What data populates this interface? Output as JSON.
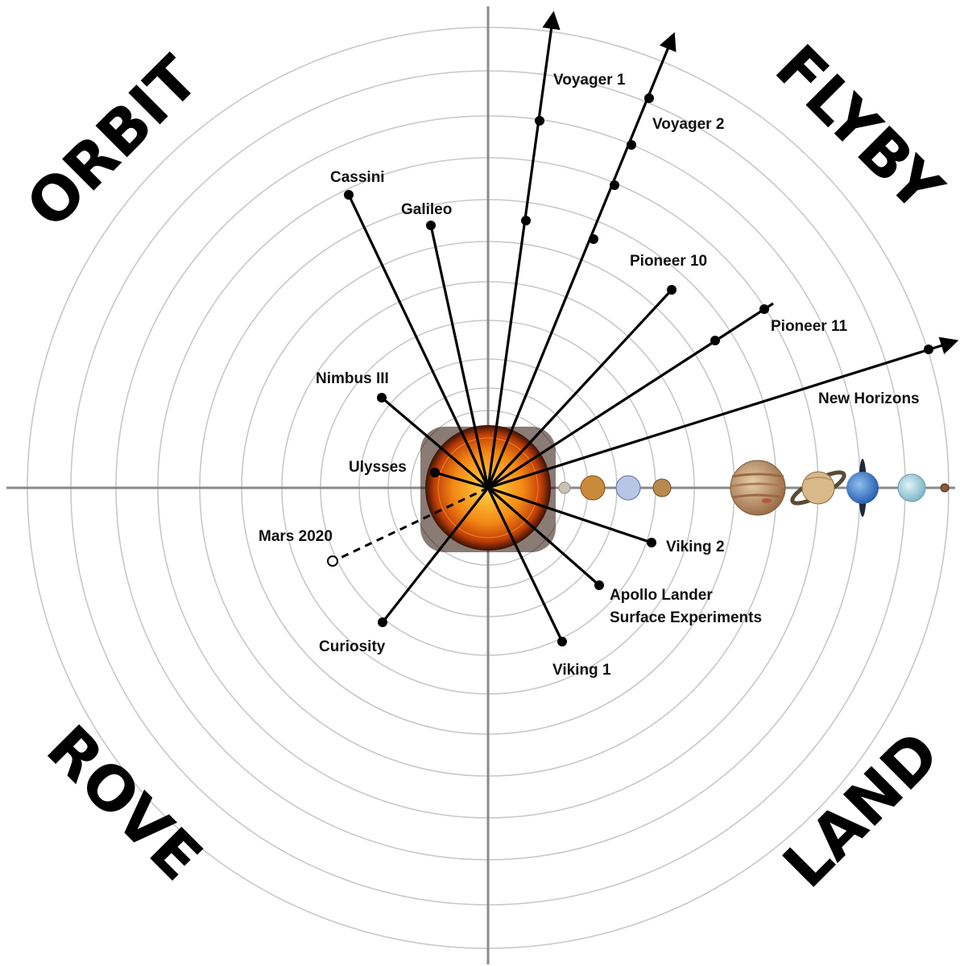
{
  "quadrants": {
    "orbit": "ORBIT",
    "flyby": "FLYBY",
    "rove": "ROVE",
    "land": "LAND"
  },
  "missions": {
    "voyager1": "Voyager 1",
    "voyager2": "Voyager 2",
    "cassini": "Cassini",
    "galileo": "Galileo",
    "pioneer10": "Pioneer 10",
    "pioneer11": "Pioneer 11",
    "new_horizons": "New Horizons",
    "nimbus": "Nimbus III",
    "ulysses": "Ulysses",
    "mars2020": "Mars 2020",
    "curiosity": "Curiosity",
    "viking1": "Viking 1",
    "viking2": "Viking 2",
    "apollo_line1": "Apollo Lander",
    "apollo_line2": "Surface Experiments"
  },
  "colors": {
    "rings": "#c8c8c8",
    "axes": "#8a8a8a",
    "rays": "#000000",
    "sun": "#f07a12",
    "jupiter": "#c9a27a",
    "saturn": "#d9b98a",
    "neptune": "#3f7fc9",
    "uranus": "#9fd0de"
  }
}
